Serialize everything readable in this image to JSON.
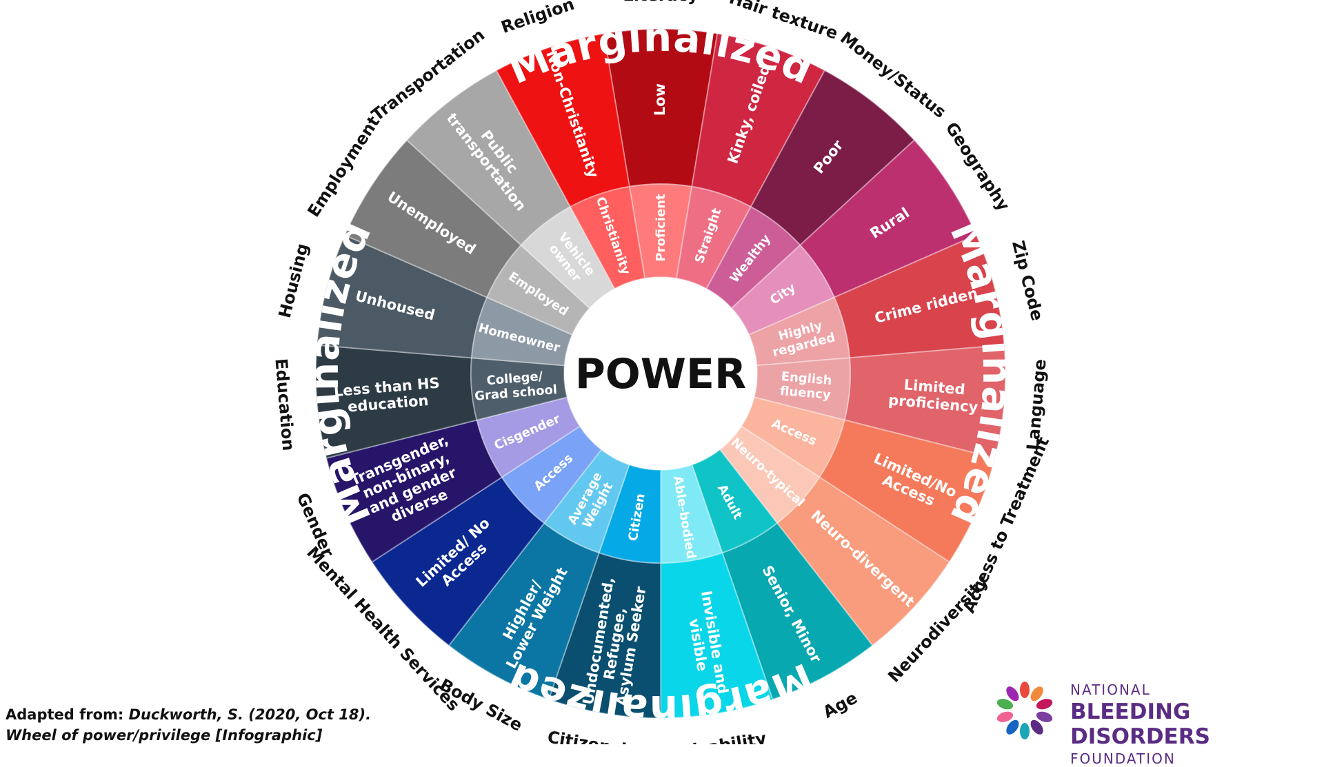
{
  "center_title": "POWER",
  "marginalized_label": "Marginalized",
  "segments": [
    {
      "category": "Literacy",
      "privileged": "Proficient",
      "marginalized": "Low",
      "outer_color": "#b30b14",
      "inner_color": "#ff7b7b"
    },
    {
      "category": "Hair texture",
      "privileged": "Straight",
      "marginalized": "Kinky, coiled",
      "outer_color": "#cf2642",
      "inner_color": "#ee6e84"
    },
    {
      "category": "Money/Status",
      "privileged": "Wealthy",
      "marginalized": "Poor",
      "outer_color": "#7c1d48",
      "inner_color": "#cd5d96"
    },
    {
      "category": "Geography",
      "privileged": "City",
      "marginalized": "Rural",
      "outer_color": "#bd3070",
      "inner_color": "#e58fbb"
    },
    {
      "category": "Zip Code",
      "privileged": "Highly regarded",
      "marginalized": "Crime ridden",
      "outer_color": "#d8434c",
      "inner_color": "#eda2a6"
    },
    {
      "category": "Language",
      "privileged": "English fluency",
      "marginalized": "Limited proficiency",
      "outer_color": "#e0646a",
      "inner_color": "#eca3a6"
    },
    {
      "category": "Access to Treatment",
      "privileged": "Access",
      "marginalized": "Limited/No Access",
      "outer_color": "#f57a5b",
      "inner_color": "#fbb49d"
    },
    {
      "category": "Neurodiversity",
      "privileged": "Neuro-typical",
      "marginalized": "Neuro-divergent",
      "outer_color": "#f99b7d",
      "inner_color": "#fbc8b7"
    },
    {
      "category": "Age",
      "privileged": "Adult",
      "marginalized": "Senior, Minor",
      "outer_color": "#07a8b0",
      "inner_color": "#10c3c7"
    },
    {
      "category": "Disability",
      "privileged": "Able-bodied",
      "marginalized": "Invisible and visible",
      "outer_color": "#09d6e8",
      "inner_color": "#7fe9f5"
    },
    {
      "category": "Citizenship",
      "privileged": "Citizen",
      "marginalized": "Undocumented, Refugee, Asylum Seeker",
      "outer_color": "#0a4f70",
      "inner_color": "#05a9e6"
    },
    {
      "category": "Body Size",
      "privileged": "Average Weight",
      "marginalized": "Highler/ Lower Weight",
      "outer_color": "#0b76a3",
      "inner_color": "#62c8ef"
    },
    {
      "category": "Mental Health Services",
      "privileged": "Access",
      "marginalized": "Limited/ No Access",
      "outer_color": "#0a2890",
      "inner_color": "#7aa2f6"
    },
    {
      "category": "Gender",
      "privileged": "Cisgender",
      "marginalized": "Transgender, non-binary, and gender diverse",
      "outer_color": "#27156a",
      "inner_color": "#a59ae4"
    },
    {
      "category": "Education",
      "privileged": "College/ Grad school",
      "marginalized": "Less than HS education",
      "outer_color": "#2d3b45",
      "inner_color": "#4e5e6b"
    },
    {
      "category": "Housing",
      "privileged": "Homeowner",
      "marginalized": "Unhoused",
      "outer_color": "#4c5a65",
      "inner_color": "#8d9aa5"
    },
    {
      "category": "Employment",
      "privileged": "Employed",
      "marginalized": "Unemployed",
      "outer_color": "#7c7c7c",
      "inner_color": "#b5b5b5"
    },
    {
      "category": "Transportation",
      "privileged": "Vehicle owner",
      "marginalized": "Public transportation",
      "outer_color": "#a7a7a7",
      "inner_color": "#d8d8d8"
    },
    {
      "category": "Religion",
      "privileged": "Christianity",
      "marginalized": "Non-Christianity",
      "outer_color": "#ef1212",
      "inner_color": "#ff5f5f"
    }
  ],
  "citation": {
    "prefix": "Adapted from: ",
    "source": "Duckworth, S. (2020, Oct 18). Wheel of power/privilege [Infographic]"
  },
  "logo": {
    "line1": "NATIONAL",
    "line2": "BLEEDING DISORDERS",
    "line3": "FOUNDATION",
    "colors": [
      "#e84a3c",
      "#f28a3b",
      "#c2185b",
      "#7b3fa0",
      "#5b2c83",
      "#1aa6b7",
      "#1565c0",
      "#f06292",
      "#4caf50",
      "#9c27b0"
    ]
  }
}
